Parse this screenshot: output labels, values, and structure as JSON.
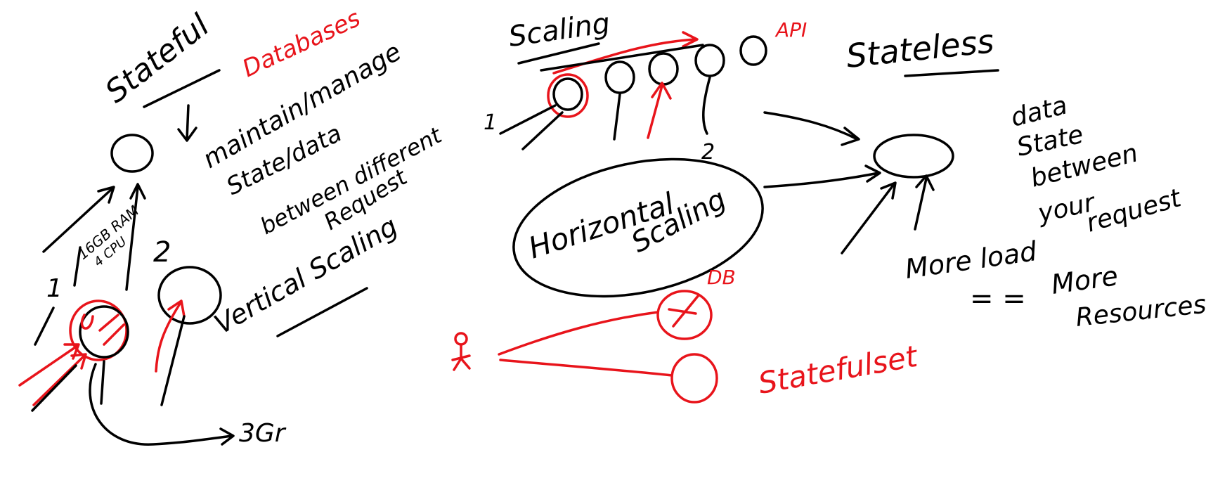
{
  "colors": {
    "ink": "#000000",
    "accent": "#e8141b",
    "background": "#ffffff"
  },
  "stateful": {
    "title": "Stateful",
    "databases": "Databases",
    "desc_line1": "maintain/manage",
    "desc_line2": "State/data",
    "desc_line3": "between different",
    "desc_line4": "Request",
    "vertical_scaling": "Vertical Scaling",
    "label_1": "1",
    "label_2": "2",
    "label_specs": "16GB RAM",
    "label_cpu": "4 CPU",
    "label_3gb": "3Gr"
  },
  "scaling": {
    "title": "Scaling",
    "api": "API",
    "label_1": "1",
    "label_2": "2",
    "horizontal_line1": "Horizontal",
    "horizontal_line2": "Scaling",
    "db": "DB",
    "statefulset": "Statefulset"
  },
  "stateless": {
    "title": "Stateless",
    "desc_line1": "data",
    "desc_line2": "State",
    "desc_line3": "between",
    "desc_line4": "your",
    "desc_line5": "request",
    "moreload": "More load",
    "eq": "= =",
    "more": "More",
    "resources": "Resources"
  }
}
